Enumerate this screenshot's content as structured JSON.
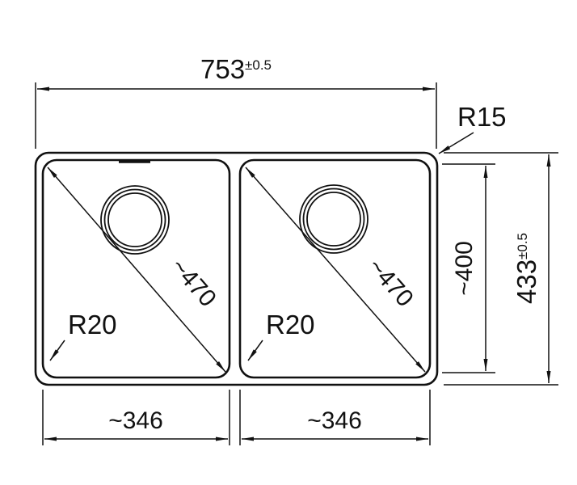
{
  "drawing": {
    "background": "#ffffff",
    "line_color": "#111111",
    "type": "technical-drawing",
    "subject": "double-bowl sink top view with dimensions",
    "labels": {
      "overall_width": "753",
      "overall_width_tolerance": "±0.5",
      "outer_corner_radius": "R15",
      "overall_height": "433",
      "overall_height_tolerance": "±0.5",
      "inner_height": "~400",
      "left_bowl": {
        "corner_radius": "R20",
        "diagonal": "~470",
        "width": "~346"
      },
      "right_bowl": {
        "corner_radius": "R20",
        "diagonal": "~470",
        "width": "~346"
      }
    }
  }
}
